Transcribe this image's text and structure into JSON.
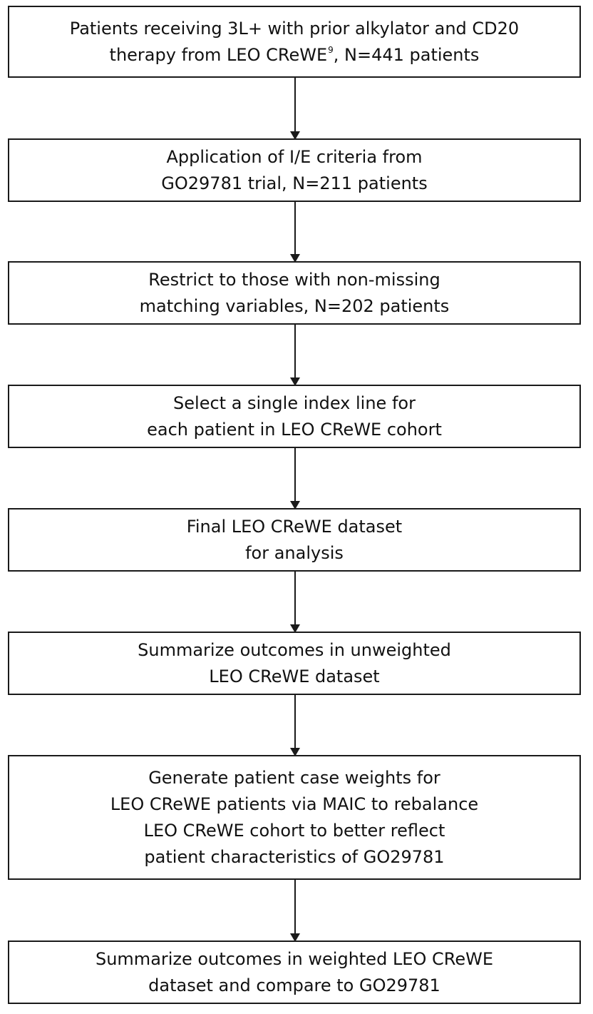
{
  "flowchart": {
    "steps": [
      {
        "lines": [
          "Patients receiving 3L+ with prior alkylator and CD20",
          "therapy from LEO CReWE, N=441 patients"
        ],
        "superscript": "9"
      },
      {
        "lines": [
          "Application of I/E criteria from",
          "GO29781 trial, N=211 patients"
        ]
      },
      {
        "lines": [
          "Restrict to those with non-missing",
          "matching variables, N=202 patients"
        ]
      },
      {
        "lines": [
          "Select a single index line for",
          "each patient in LEO CReWE cohort"
        ]
      },
      {
        "lines": [
          "Final LEO CReWE dataset",
          "for analysis"
        ]
      },
      {
        "lines": [
          "Summarize outcomes in unweighted",
          "LEO CReWE dataset"
        ]
      },
      {
        "lines": [
          "Generate patient case weights for",
          "LEO CReWE patients via MAIC to rebalance",
          "LEO CReWE cohort to better reflect",
          "patient characteristics of GO29781"
        ]
      },
      {
        "lines": [
          "Summarize outcomes in weighted LEO CReWE",
          "dataset and compare to GO29781"
        ]
      }
    ]
  }
}
